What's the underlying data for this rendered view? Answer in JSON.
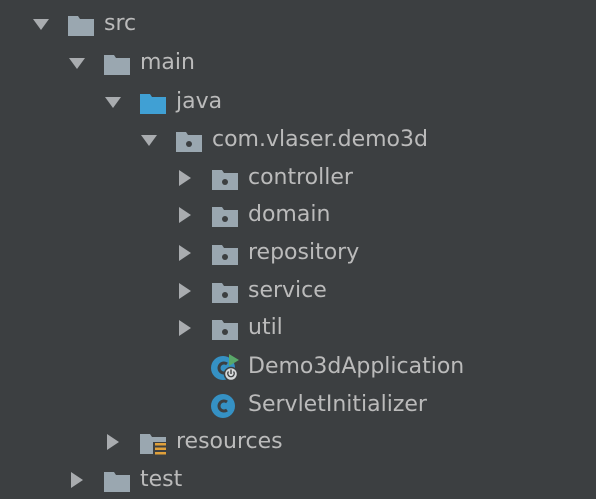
{
  "tree": {
    "nodes": [
      {
        "id": "src",
        "label": "src",
        "expanded": true,
        "icon": "folder-icon"
      },
      {
        "id": "main",
        "label": "main",
        "expanded": true,
        "icon": "folder-icon"
      },
      {
        "id": "java",
        "label": "java",
        "expanded": true,
        "icon": "source-root-folder-icon"
      },
      {
        "id": "package",
        "label": "com.vlaser.demo3d",
        "expanded": true,
        "icon": "package-icon"
      },
      {
        "id": "controller",
        "label": "controller",
        "expanded": false,
        "icon": "package-icon"
      },
      {
        "id": "domain",
        "label": "domain",
        "expanded": false,
        "icon": "package-icon"
      },
      {
        "id": "repository",
        "label": "repository",
        "expanded": false,
        "icon": "package-icon"
      },
      {
        "id": "service",
        "label": "service",
        "expanded": false,
        "icon": "package-icon"
      },
      {
        "id": "util",
        "label": "util",
        "expanded": false,
        "icon": "package-icon"
      },
      {
        "id": "demo3dapplication",
        "label": "Demo3dApplication",
        "icon": "spring-boot-class-icon"
      },
      {
        "id": "servletinitializer",
        "label": "ServletInitializer",
        "icon": "class-icon"
      },
      {
        "id": "resources",
        "label": "resources",
        "expanded": false,
        "icon": "resources-root-folder-icon"
      },
      {
        "id": "test",
        "label": "test",
        "expanded": false,
        "icon": "folder-icon"
      }
    ]
  },
  "colors": {
    "background": "#3c3f41",
    "text": "#bbbbbb",
    "arrow": "#a9acaf",
    "folder": "#9aa7b0",
    "source_folder": "#40a0d4",
    "class_icon": "#3591c4",
    "run_marker": "#59a869",
    "resources_marker": "#e0a03a"
  }
}
